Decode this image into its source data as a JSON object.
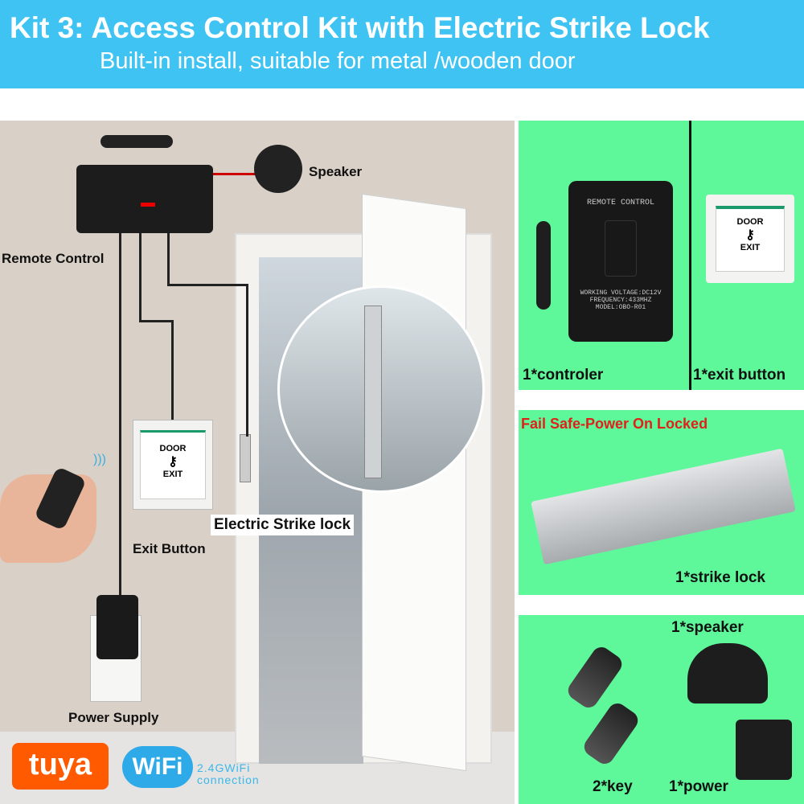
{
  "header": {
    "title": "Kit 3: Access Control Kit with Electric Strike Lock",
    "subtitle": "Built-in install, suitable for metal /wooden door"
  },
  "scene": {
    "labels": {
      "speaker": "Speaker",
      "remote_control": "Remote Control",
      "exit_button": "Exit Button",
      "electric_strike_lock": "Electric Strike lock",
      "power_supply": "Power Supply"
    },
    "exit_button_text": {
      "top": "DOOR",
      "bottom": "EXIT"
    },
    "badges": {
      "tuya": "tuya",
      "wifi": "WiFi",
      "wifi_note_1": "2.4GWiFi",
      "wifi_note_2": "connection"
    }
  },
  "panels": {
    "controller": {
      "label": "1*controler",
      "device_text": [
        "REMOTE CONTROL",
        "WORKING VOLTAGE:DC12V",
        "FREQUENCY:433MHZ",
        "MODEL:OBO-R01"
      ]
    },
    "exit_button": {
      "label": "1*exit button",
      "top": "DOOR",
      "bottom": "EXIT"
    },
    "strike": {
      "warning": "Fail Safe-Power On Locked",
      "label": "1*strike lock"
    },
    "key": {
      "label": "2*key"
    },
    "speaker": {
      "label": "1*speaker"
    },
    "power": {
      "label": "1*power"
    }
  },
  "colors": {
    "header": "#3ec3f2",
    "panel_green": "#5ef89a",
    "warning_red": "#e0201a",
    "tuya_orange": "#ff5a00"
  }
}
